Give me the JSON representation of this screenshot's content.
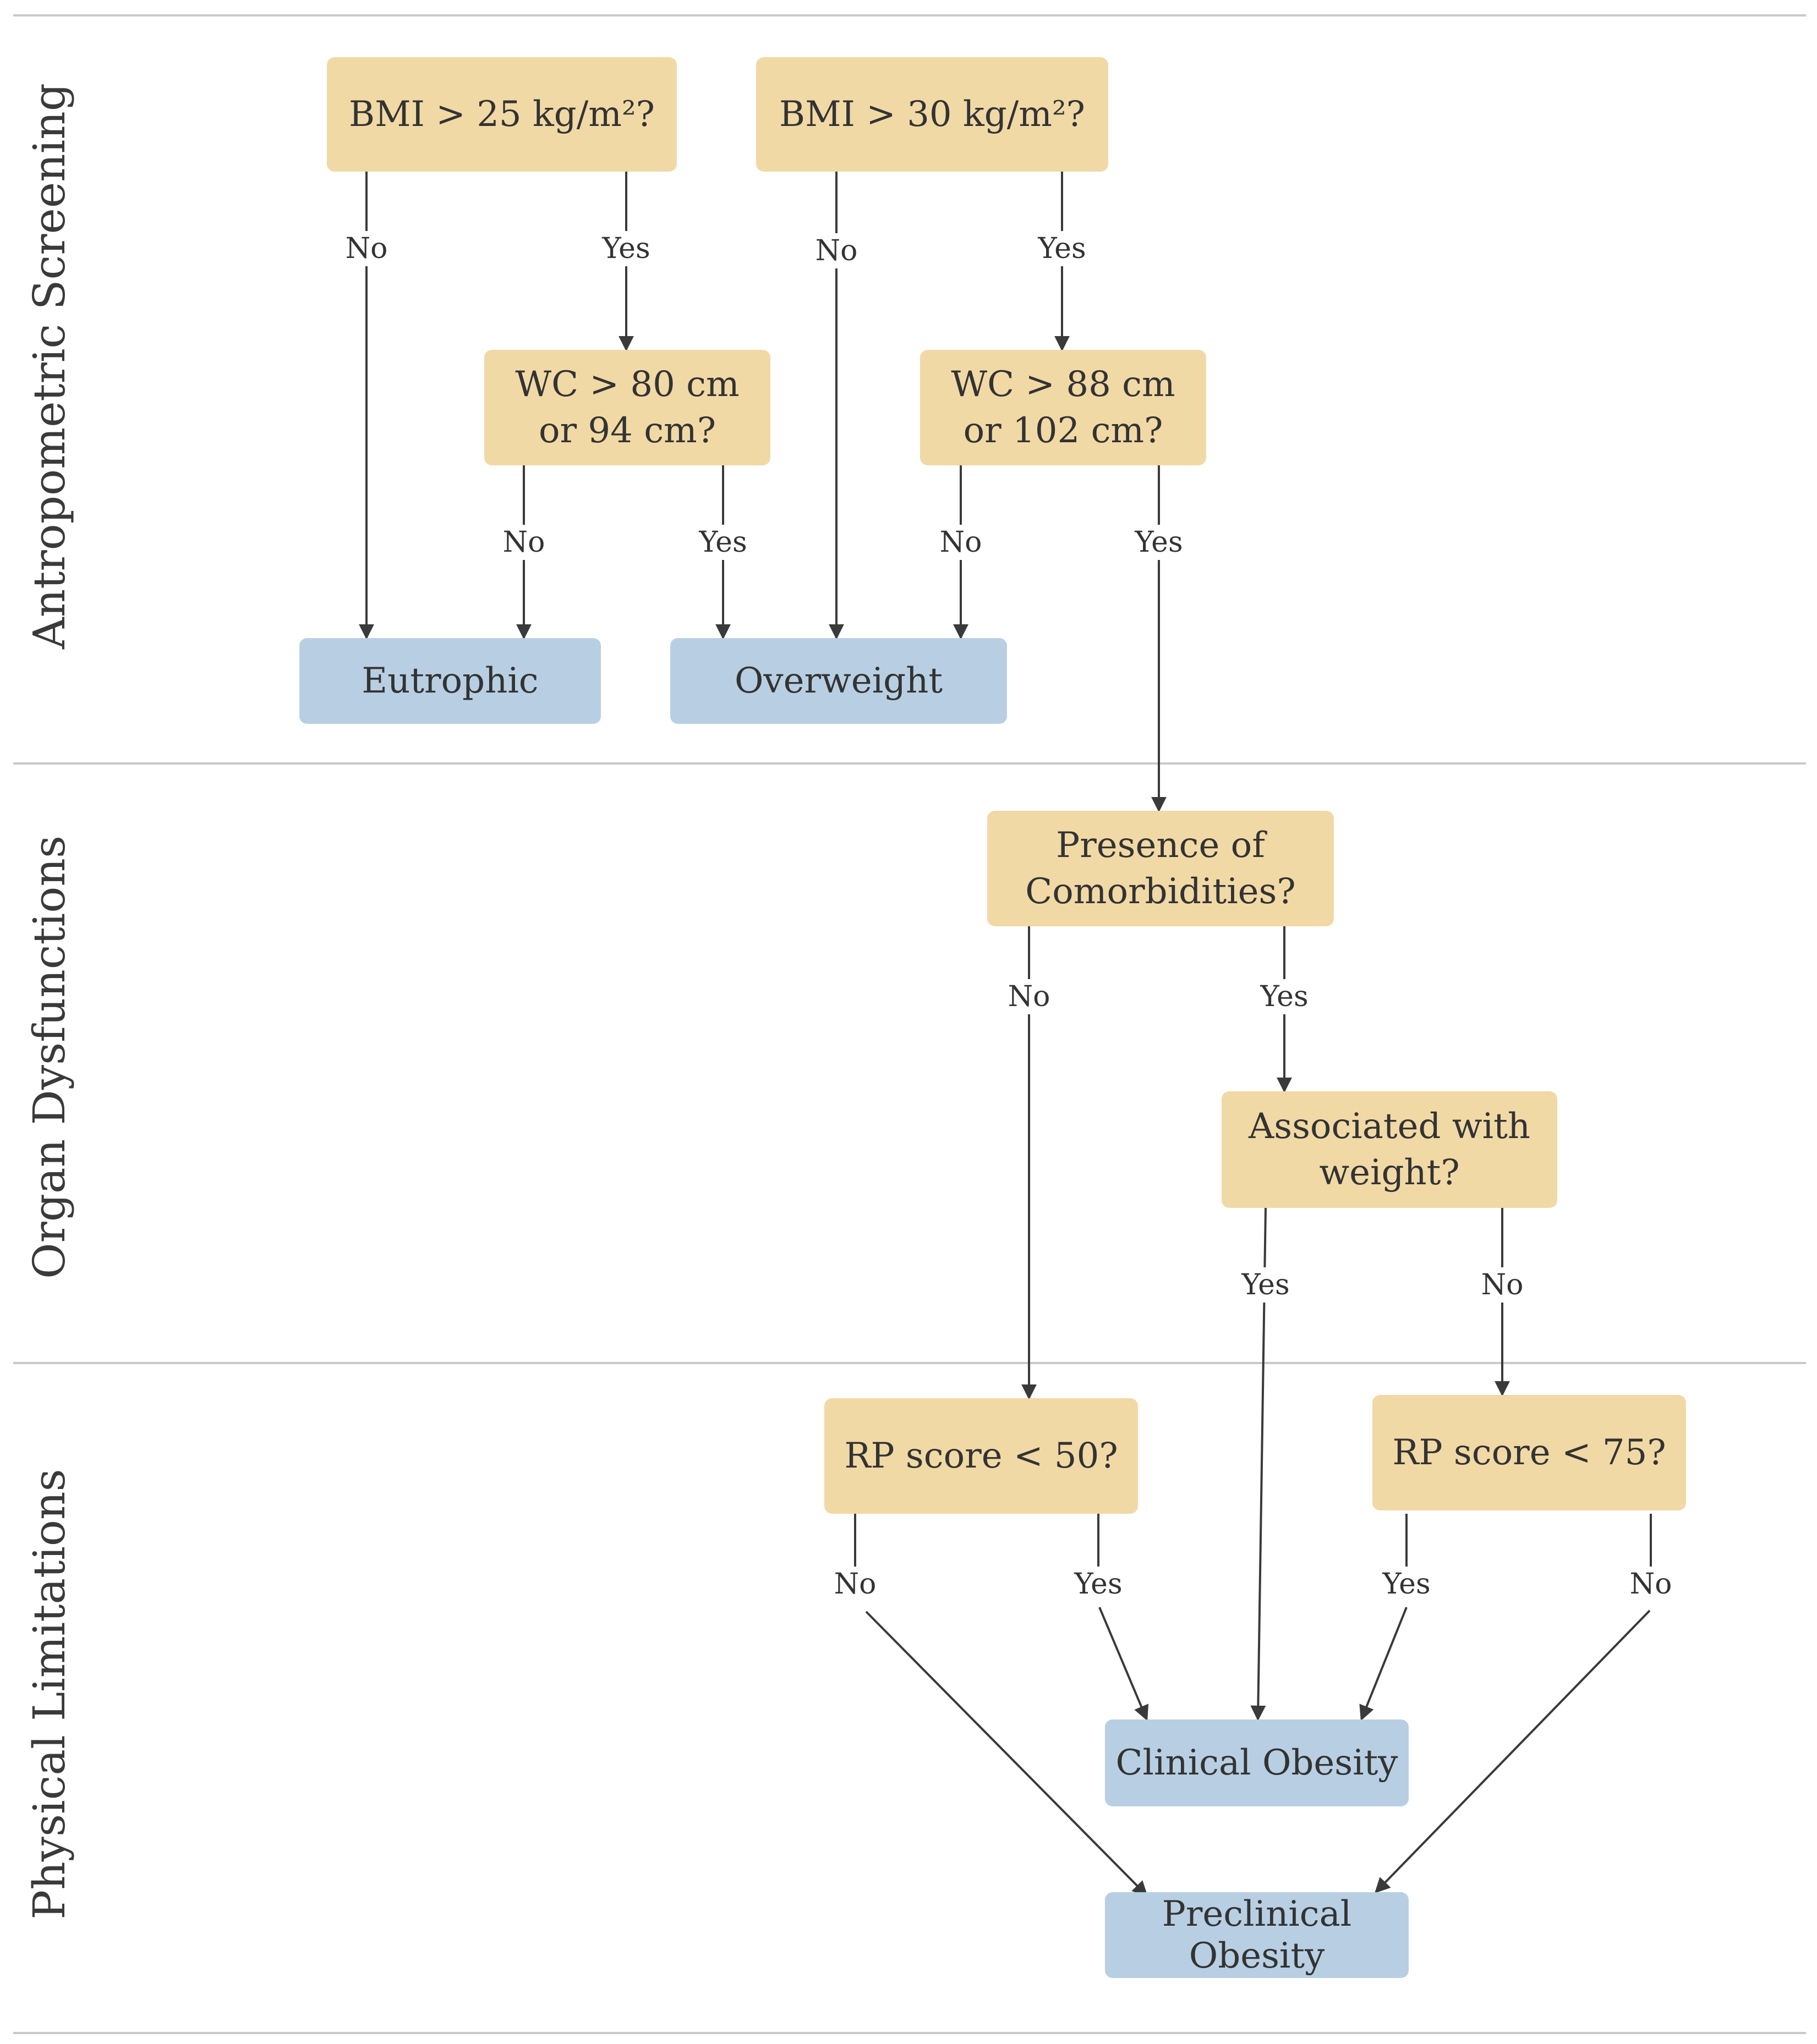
{
  "lanes": [
    "Antropometric Screening",
    "Organ Dysfunctions",
    "Physical Limitations"
  ],
  "nodes": {
    "bmi25": "BMI > 25 kg/m²?",
    "bmi30": "BMI > 30 kg/m²?",
    "wc80": "WC > 80 cm\nor 94 cm?",
    "wc88": "WC > 88 cm\nor 102 cm?",
    "eutrophic": "Eutrophic",
    "overweight": "Overweight",
    "comorb": "Presence of\nComorbidities?",
    "assoc": "Associated with\nweight?",
    "rp50": "RP score < 50?",
    "rp75": "RP score < 75?",
    "clinical": "Clinical Obesity",
    "preclinical": "Preclinical\nObesity"
  },
  "edge_labels": {
    "bmi25_no": "No",
    "bmi25_yes": "Yes",
    "bmi30_no": "No",
    "bmi30_yes": "Yes",
    "wc80_no": "No",
    "wc80_yes": "Yes",
    "wc88_no": "No",
    "wc88_yes": "Yes",
    "comorb_no": "No",
    "comorb_yes": "Yes",
    "assoc_yes": "Yes",
    "assoc_no": "No",
    "rp50_no": "No",
    "rp50_yes": "Yes",
    "rp75_yes": "Yes",
    "rp75_no": "No"
  },
  "colors": {
    "decision": "#f1d9a6",
    "outcome": "#b8cfe3",
    "line": "#3a3a3a",
    "separator": "#c9c9c9"
  }
}
